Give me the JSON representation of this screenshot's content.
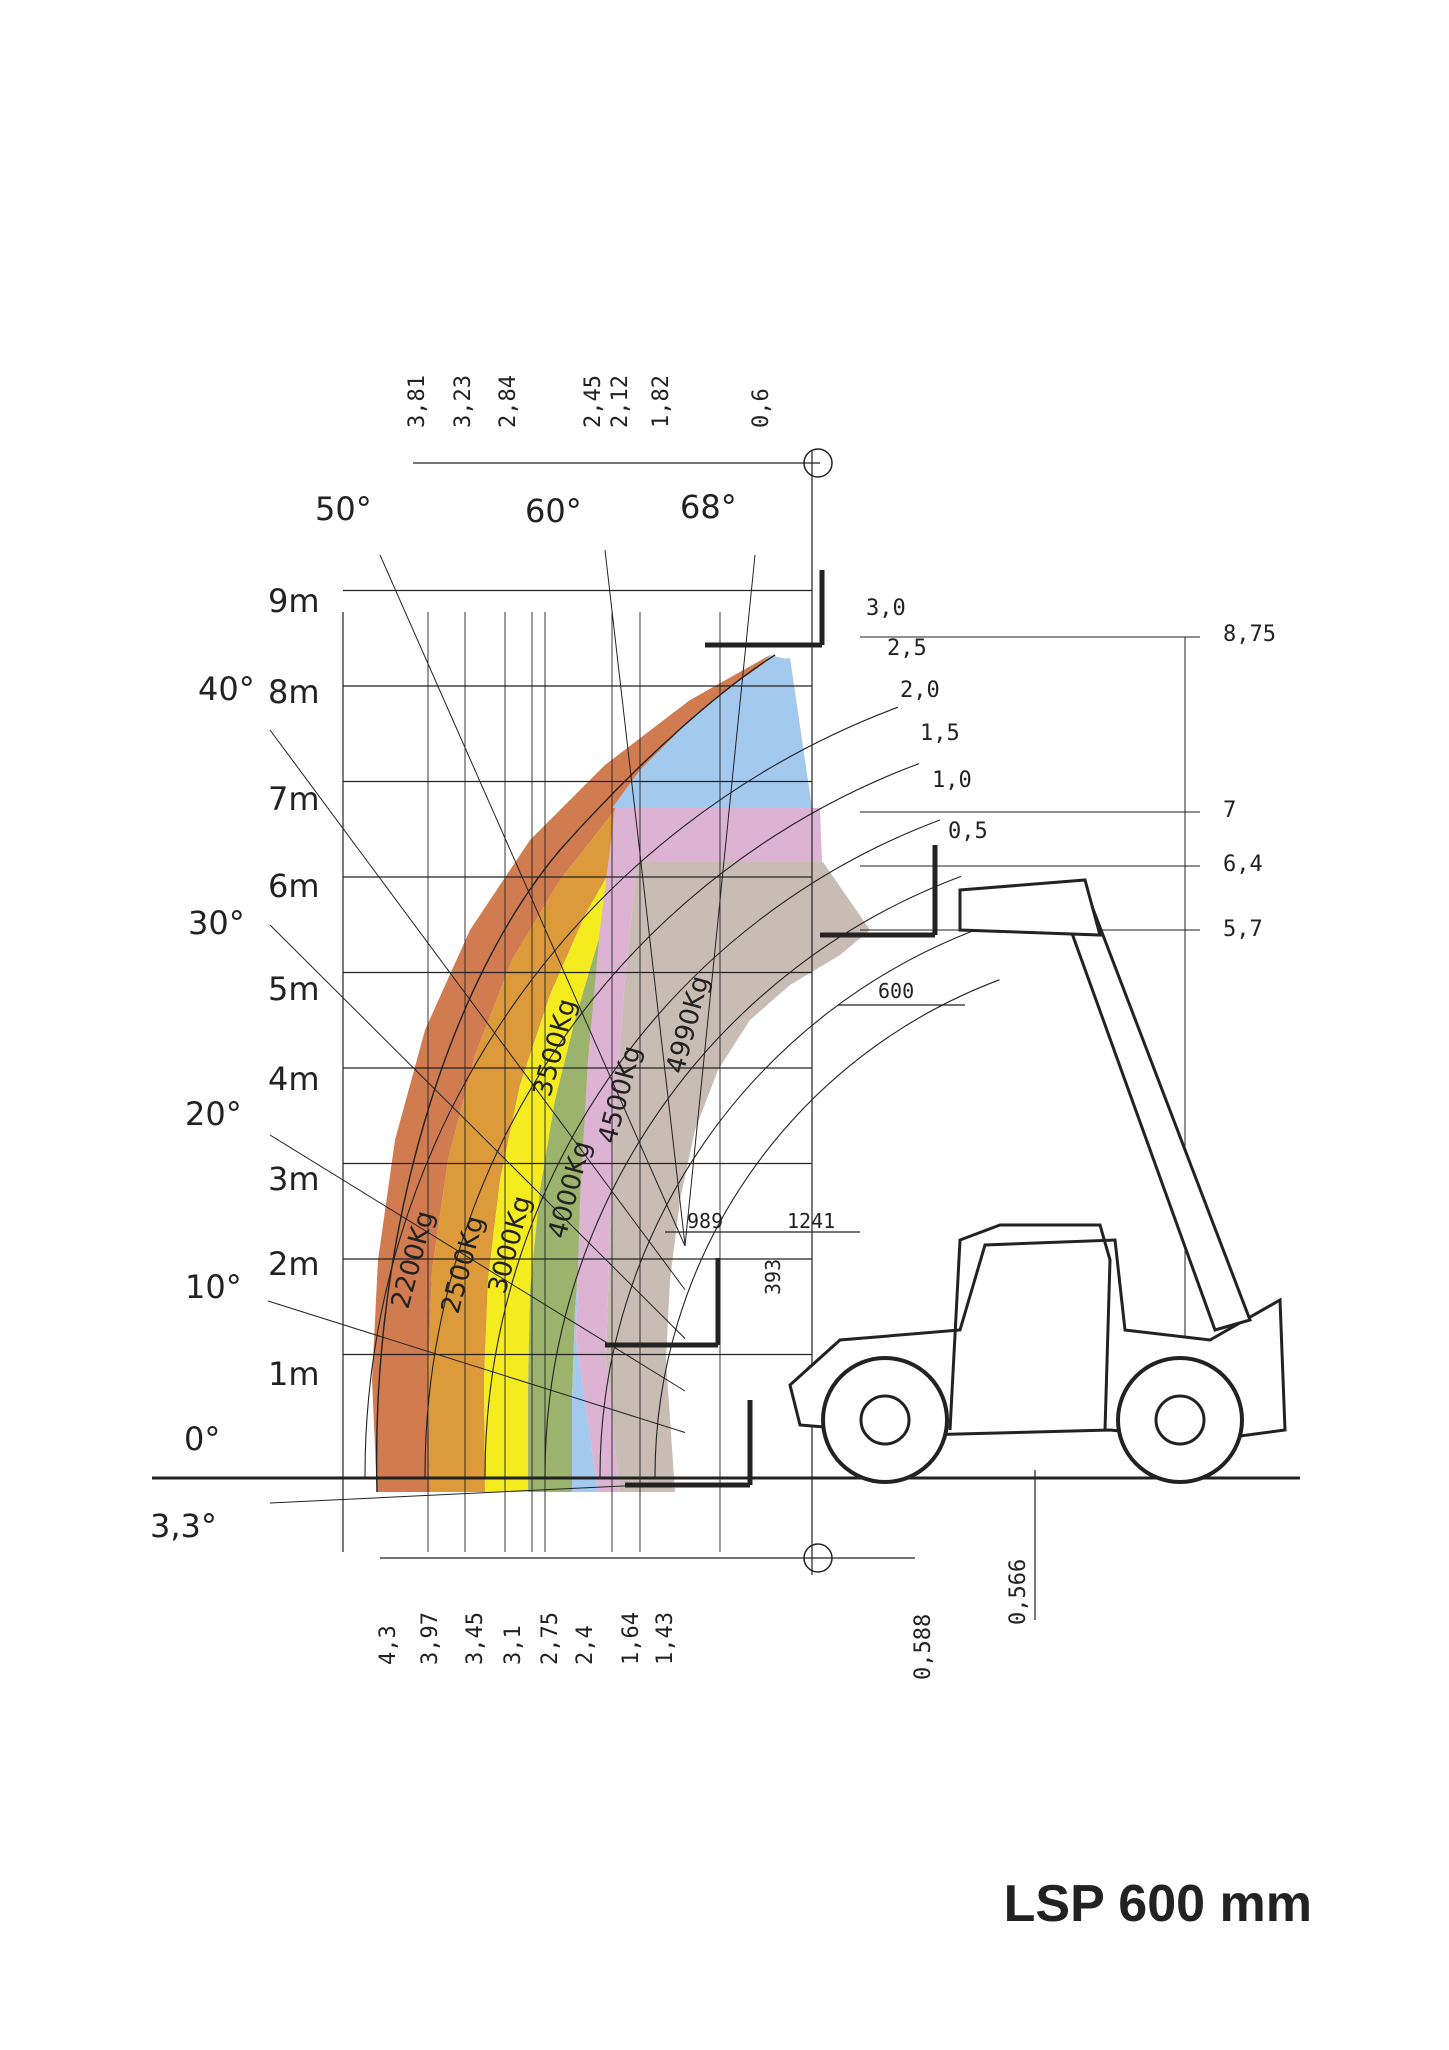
{
  "title": "LSP 600 mm",
  "heights": [
    {
      "label": "0°"
    },
    {
      "label": "1m"
    },
    {
      "label": "2m"
    },
    {
      "label": "3m"
    },
    {
      "label": "4m"
    },
    {
      "label": "5m"
    },
    {
      "label": "6m"
    },
    {
      "label": "7m"
    },
    {
      "label": "8m"
    },
    {
      "label": "9m"
    }
  ],
  "angles": [
    "50°",
    "60°",
    "68°",
    "40°",
    "30°",
    "20°",
    "10°",
    "3,3°"
  ],
  "loads": [
    "2200Kg",
    "2500Kg",
    "3000Kg",
    "3500Kg",
    "4000Kg",
    "4500Kg",
    "4990Kg"
  ],
  "extension_marks": [
    "3,0",
    "2,5",
    "2,0",
    "1,5",
    "1,0",
    "0,5"
  ],
  "top_dims": [
    "3,81",
    "3,23",
    "2,84",
    "2,45",
    "2,12",
    "1,82",
    "0,6"
  ],
  "bottom_dims": [
    "4,3",
    "3,97",
    "3,45",
    "3,1",
    "2,75",
    "2,4",
    "1,64",
    "1,43",
    "0,588"
  ],
  "right_heights": [
    "8,75",
    "7",
    "6,4",
    "5,7"
  ],
  "machine_dims": {
    "fork_offset": "600",
    "front_reach": "989",
    "wheelbase": "1241",
    "fork_height": "393",
    "ground_clearance": "0,566"
  },
  "colors": {
    "c2200": "#d17b50",
    "c2500": "#dd9a3a",
    "c3000": "#f4ec1e",
    "c3500": "#9cb36e",
    "c4000": "#a4c9ee",
    "c4500": "#ddb3d3",
    "c4990": "#c9bcb4",
    "line": "#222222"
  }
}
